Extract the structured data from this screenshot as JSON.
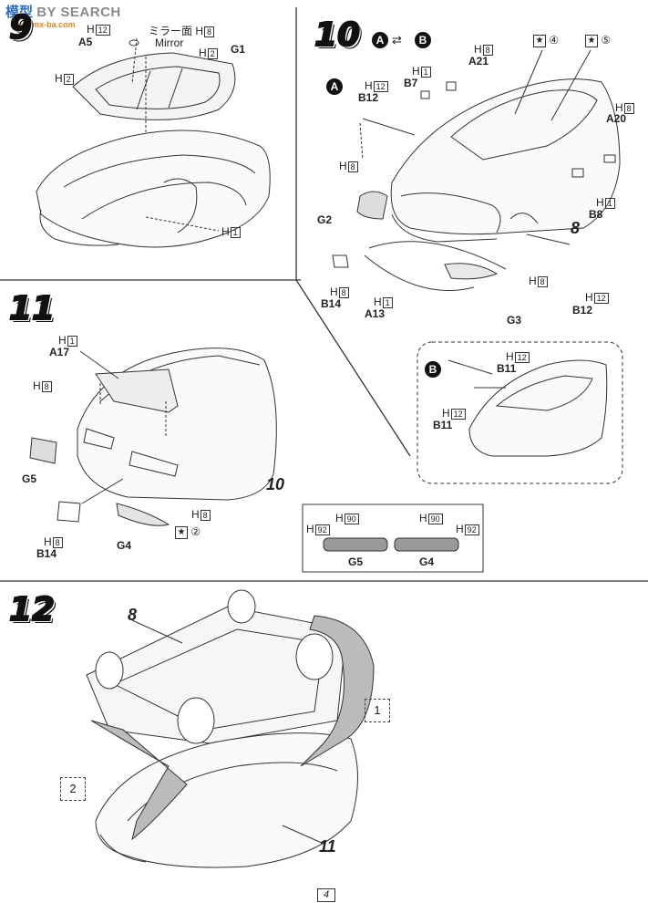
{
  "watermark": {
    "cn": "模型",
    "en": "BY SEARCH",
    "url": "www.mx-ba.com"
  },
  "step9": {
    "number": "9",
    "labels": {
      "h12": "12",
      "a5": "A5",
      "mirror_jp": "ミラー面",
      "mirror_h": "8",
      "mirror_en": "Mirror",
      "h2_top": "2",
      "g1": "G1",
      "h2_left": "2",
      "h1": "1"
    }
  },
  "step10": {
    "number": "10",
    "variant_a": "A",
    "variant_b": "B",
    "labels": {
      "a21_h": "8",
      "a21": "A21",
      "b7_h": "1",
      "b7": "B7",
      "b12_h": "12",
      "b12": "B12",
      "star4": "④",
      "star5": "⑤",
      "a20_h": "8",
      "a20": "A20",
      "h8_left": "8",
      "g2": "G2",
      "b8_h": "1",
      "b8": "B8",
      "ref8": "8",
      "b14_h": "8",
      "b14": "B14",
      "a13_h": "1",
      "a13": "A13",
      "h8_g3": "8",
      "g3": "G3",
      "b12b_h": "12",
      "b12b": "B12"
    },
    "inset": {
      "b11a_h": "12",
      "b11a": "B11",
      "b11b_h": "12",
      "b11b": "B11"
    }
  },
  "step11": {
    "number": "11",
    "labels": {
      "a17_h": "1",
      "a17": "A17",
      "h8_left": "8",
      "g5": "G5",
      "ref10": "10",
      "h8_right": "8",
      "b14_h": "8",
      "b14": "B14",
      "g4": "G4",
      "star2": "②"
    },
    "paint_guide": {
      "g5_h92": "92",
      "g5_h90": "90",
      "g5": "G5",
      "g4_h90": "90",
      "g4_h92": "92",
      "g4": "G4"
    }
  },
  "step12": {
    "number": "12",
    "ref8": "8",
    "ref11": "11",
    "order1": "1",
    "order2": "2"
  },
  "h_prefix": "H",
  "page_number": "4"
}
